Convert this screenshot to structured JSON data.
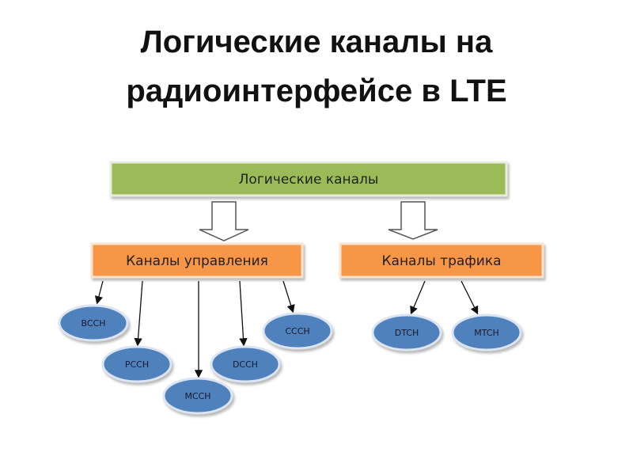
{
  "title_line1": "Логические каналы на",
  "title_line2": "радиоинтерфейсе в LTE",
  "root": {
    "label": "Логические каналы",
    "color": "#9bbb59"
  },
  "control": {
    "label": "Каналы управления",
    "color": "#f79646",
    "channels": [
      "BCCH",
      "PCCH",
      "MCCH",
      "DCCH",
      "CCCH"
    ]
  },
  "traffic": {
    "label": "Каналы трафика",
    "color": "#f79646",
    "channels": [
      "DTCH",
      "MTCH"
    ]
  },
  "ellipse_color": "#4f81bd"
}
